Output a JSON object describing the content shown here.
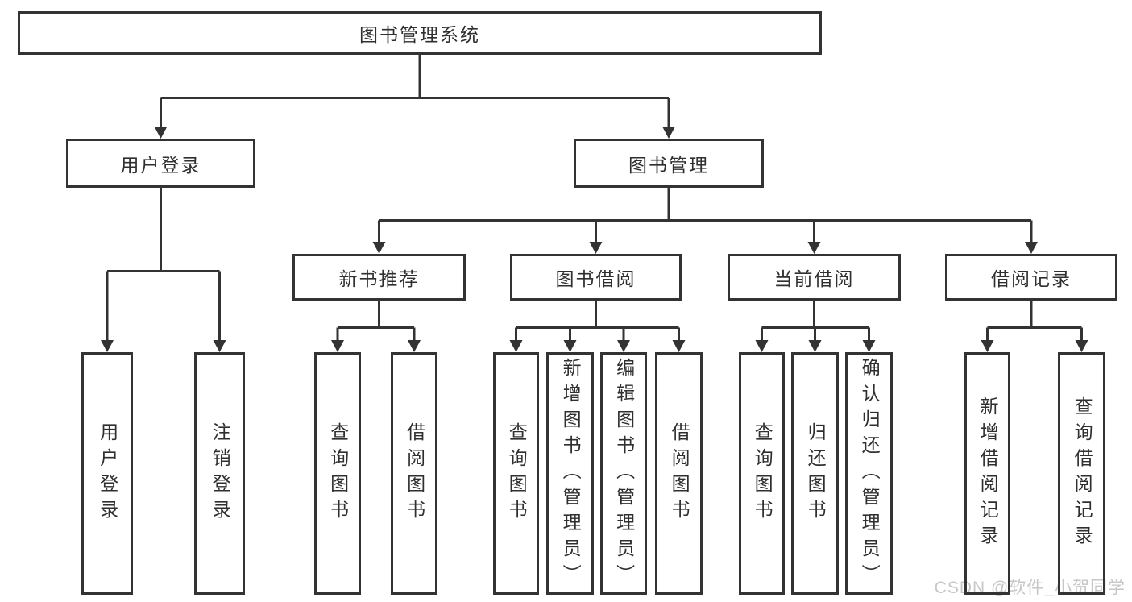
{
  "tree": {
    "root": "图书管理系统",
    "branches": [
      {
        "label": "用户登录",
        "children": [
          "用户登录",
          "注销登录"
        ]
      },
      {
        "label": "图书管理",
        "children": [
          {
            "label": "新书推荐",
            "children": [
              "查询图书",
              "借阅图书"
            ]
          },
          {
            "label": "图书借阅",
            "children": [
              "查询图书",
              "新增图书（管理员）",
              "编辑图书（管理员）",
              "借阅图书"
            ]
          },
          {
            "label": "当前借阅",
            "children": [
              "查询图书",
              "归还图书",
              "确认归还（管理员）"
            ]
          },
          {
            "label": "借阅记录",
            "children": [
              "新增借阅记录",
              "查询借阅记录"
            ]
          }
        ]
      }
    ]
  },
  "watermark": "CSDN @软件_小贺同学",
  "colors": {
    "line": "#333333",
    "text": "#2f2f2f",
    "background": "#ffffff",
    "watermark": "#c7c7c7"
  }
}
